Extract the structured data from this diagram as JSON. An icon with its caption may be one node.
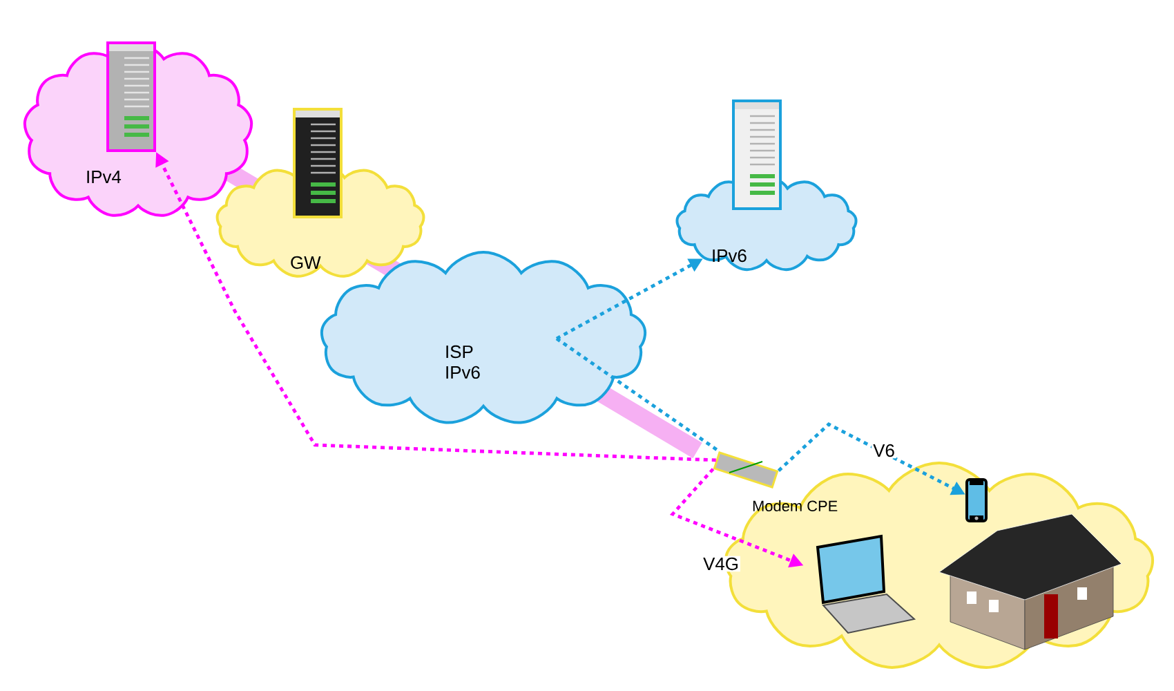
{
  "diagram": {
    "nodes": [
      {
        "text": [
          "IPv4"
        ]
      },
      {
        "text": [],
        "shape": "picture",
        "in": 0
      },
      {
        "text": [
          "GW"
        ]
      },
      {
        "text": [],
        "shape": "picture"
      },
      {
        "text": [
          "ISP IPv6"
        ]
      },
      {
        "text": [
          "IPv6"
        ]
      },
      {
        "text": [],
        "shape": "picture"
      },
      {
        "text": [],
        "shape": "cloud"
      },
      {
        "text": [],
        "shape": "picture",
        "beside": [
          "Modem CPE"
        ]
      },
      {
        "text": [],
        "shape": "picture",
        "in": 7
      },
      {
        "text": [],
        "shape": "picture",
        "in": 7
      },
      {
        "text": [],
        "shape": "picture",
        "in": 7
      }
    ],
    "edges": [
      {
        "from": 8,
        "to": 1,
        "arrow": "to",
        "style": "dashed",
        "color": "#ff00ff"
      },
      {
        "from": 4,
        "to": 5,
        "arrow": "to",
        "style": "dashed"
      },
      {
        "from": 4,
        "to": 8,
        "arrow": "none",
        "style": "dashed"
      },
      {
        "from": 8,
        "to": 9,
        "arrow": "to",
        "style": "dashed",
        "label": "V6"
      },
      {
        "from": 8,
        "to": 10,
        "arrow": "to",
        "style": "dashed",
        "color": "#ff00ff",
        "label": "V4G"
      }
    ]
  }
}
